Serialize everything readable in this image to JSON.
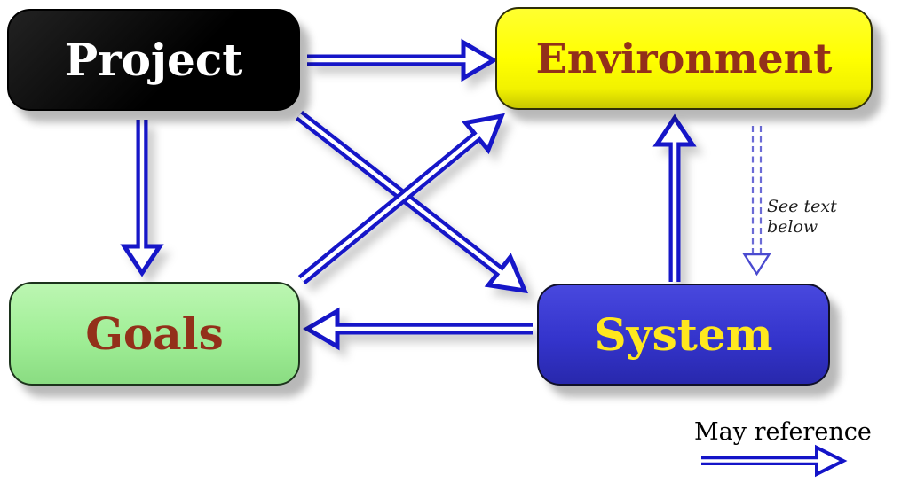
{
  "diagram": {
    "type": "concept-diagram",
    "nodes": {
      "project": {
        "label": "Project",
        "fill": "#0a0a0a",
        "text_color": "#ffffff"
      },
      "environment": {
        "label": "Environment",
        "fill": "#ffff00",
        "text_color": "#93301a"
      },
      "goals": {
        "label": "Goals",
        "fill": "#a0ee96",
        "text_color": "#93301a"
      },
      "system": {
        "label": "System",
        "fill": "#3434cc",
        "text_color": "#ffe81e"
      }
    },
    "edges": [
      {
        "from": "Project",
        "to": "Environment",
        "style": "double-line-solid"
      },
      {
        "from": "Project",
        "to": "Goals",
        "style": "double-line-solid"
      },
      {
        "from": "Project",
        "to": "System",
        "style": "double-line-solid"
      },
      {
        "from": "Goals",
        "to": "Environment",
        "style": "double-line-solid"
      },
      {
        "from": "System",
        "to": "Environment",
        "style": "double-line-solid"
      },
      {
        "from": "System",
        "to": "Goals",
        "style": "double-line-solid"
      },
      {
        "from": "Environment",
        "to": "System",
        "style": "double-line-dashed",
        "note": "See text below"
      }
    ],
    "annotations": {
      "dashed_note": "See text below"
    },
    "legend": {
      "label": "May reference",
      "symbol": "double-line-arrow-right"
    },
    "colors": {
      "arrow": "#1414c8",
      "dashed_arrow": "#6b6bd6",
      "background": "#ffffff"
    }
  }
}
